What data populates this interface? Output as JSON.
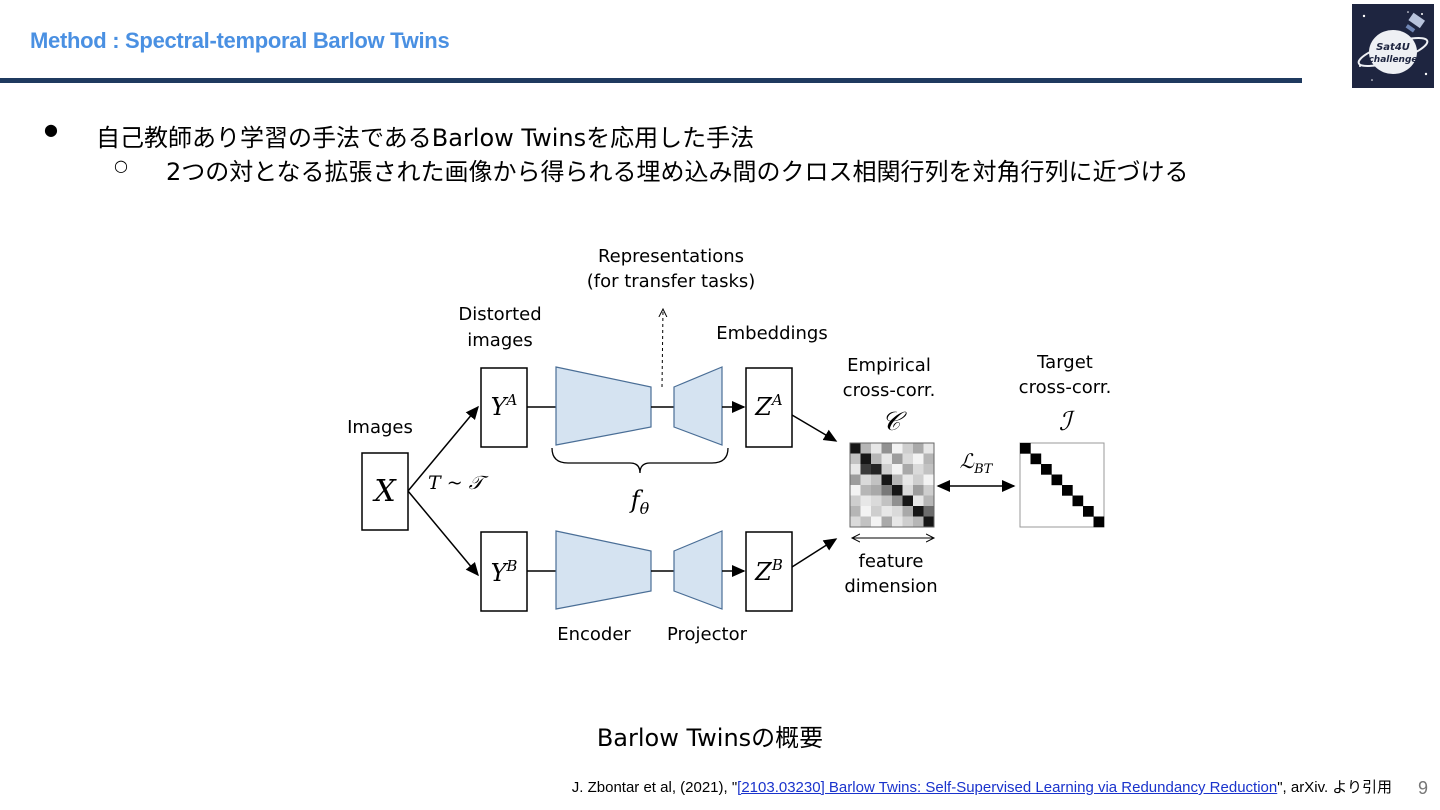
{
  "header": {
    "title": "Method : Spectral-temporal Barlow Twins",
    "logo_text": "Sat4U challenge"
  },
  "bullets": [
    {
      "marker": "●",
      "text": "自己教師あり学習の手法であるBarlow Twinsを応用した手法"
    },
    {
      "marker": "○",
      "text": "2つの対となる拡張された画像から得られる埋め込み間のクロス相関行列を対角行列に近づける"
    }
  ],
  "figure": {
    "labels": {
      "images": "Images",
      "distorted1": "Distorted",
      "distorted2": "images",
      "repr1": "Representations",
      "repr2": "(for transfer tasks)",
      "embeddings": "Embeddings",
      "empirical1": "Empirical",
      "empirical2": "cross-corr.",
      "target1": "Target",
      "target2": "cross-corr.",
      "encoder": "Encoder",
      "projector": "Projector",
      "feature1": "feature",
      "feature2": "dimension"
    },
    "math": {
      "x": "X",
      "ya": "YA",
      "yb": "YB",
      "za": "ZA",
      "zb": "ZB",
      "t": "T ~ 𝒯",
      "f": "fθ",
      "c": "𝒞",
      "i": "ℐ",
      "loss": "ℒBT"
    },
    "corr_matrix": [
      [
        0.95,
        0.3,
        0.1,
        0.45,
        0.05,
        0.2,
        0.35,
        0.1
      ],
      [
        0.25,
        0.95,
        0.3,
        0.1,
        0.4,
        0.15,
        0.05,
        0.3
      ],
      [
        0.1,
        0.8,
        0.9,
        0.2,
        0.05,
        0.35,
        0.15,
        0.25
      ],
      [
        0.4,
        0.15,
        0.25,
        0.95,
        0.3,
        0.1,
        0.2,
        0.05
      ],
      [
        0.05,
        0.3,
        0.35,
        0.55,
        0.95,
        0.15,
        0.4,
        0.2
      ],
      [
        0.2,
        0.1,
        0.15,
        0.25,
        0.45,
        0.95,
        0.1,
        0.3
      ],
      [
        0.3,
        0.05,
        0.2,
        0.1,
        0.15,
        0.35,
        0.95,
        0.6
      ],
      [
        0.15,
        0.25,
        0.05,
        0.35,
        0.1,
        0.2,
        0.3,
        0.95
      ]
    ]
  },
  "caption": "Barlow Twinsの概要",
  "citation": {
    "prefix": "J. Zbontar et al, (2021), \"",
    "link": "[2103.03230] Barlow Twins: Self-Supervised Learning via Redundancy Reduction",
    "suffix": "\", arXiv. より引用"
  },
  "page_number": "9"
}
